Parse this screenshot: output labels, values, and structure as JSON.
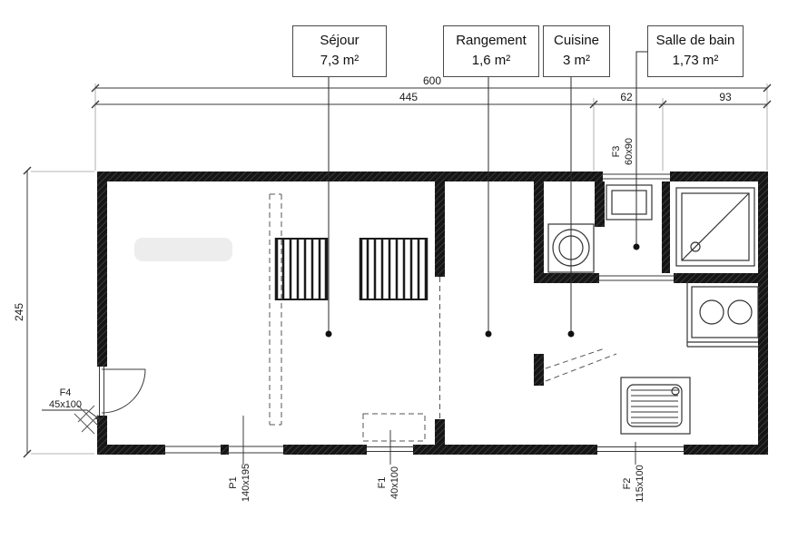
{
  "room_labels": [
    {
      "name": "Séjour",
      "area": "7,3 m²"
    },
    {
      "name": "Rangement",
      "area": "1,6 m²"
    },
    {
      "name": "Cuisine",
      "area": "3 m²"
    },
    {
      "name": "Salle de bain",
      "area": "1,73 m²"
    }
  ],
  "dimensions": {
    "overall_width": "600",
    "width_segments": [
      "445",
      "62",
      "93"
    ],
    "overall_height": "245"
  },
  "openings": {
    "f3": {
      "id": "F3",
      "size": "60x90"
    },
    "f4": {
      "id": "F4",
      "size": "45x100"
    },
    "p1": {
      "id": "P1",
      "size": "140x195"
    },
    "f1": {
      "id": "F1",
      "size": "40x100"
    },
    "f2": {
      "id": "F2",
      "size": "115x100"
    }
  },
  "colors": {
    "wall": "#161616",
    "line": "#3a3a3a",
    "background": "#ffffff"
  }
}
